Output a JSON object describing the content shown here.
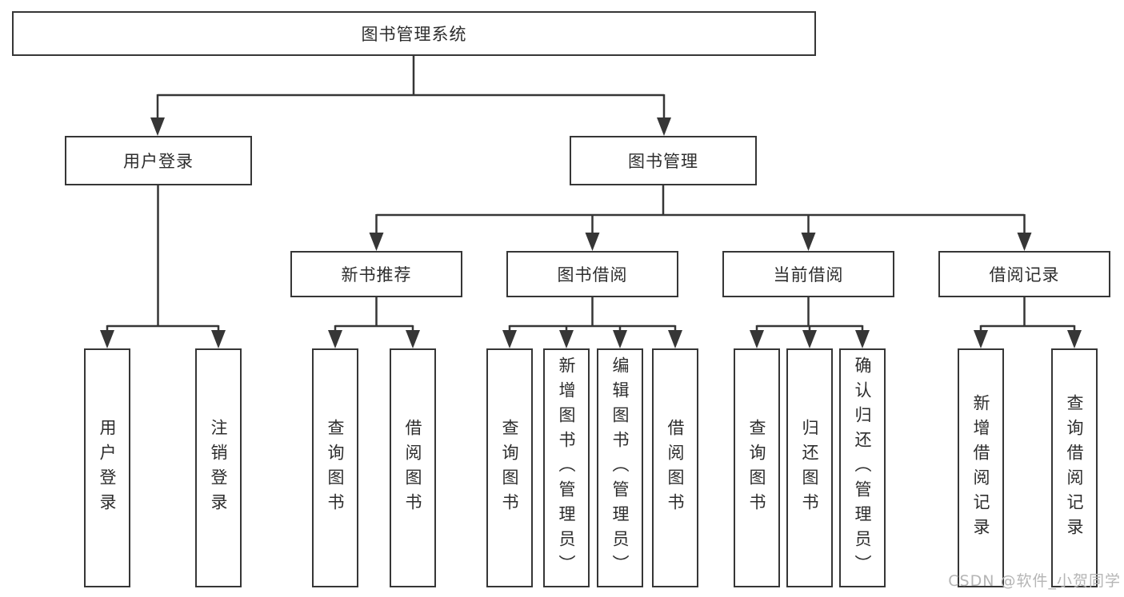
{
  "diagram": {
    "root": {
      "label": "图书管理系统"
    },
    "branches": [
      {
        "label": "用户登录",
        "children": [
          "用户登录",
          "注销登录"
        ]
      },
      {
        "label": "图书管理",
        "sections": [
          {
            "label": "新书推荐",
            "children": [
              "查询图书",
              "借阅图书"
            ]
          },
          {
            "label": "图书借阅",
            "children": [
              "查询图书",
              "新增图书（管理员）",
              "编辑图书（管理员）",
              "借阅图书"
            ]
          },
          {
            "label": "当前借阅",
            "children": [
              "查询图书",
              "归还图书",
              "确认归还（管理员）"
            ]
          },
          {
            "label": "借阅记录",
            "children": [
              "新增借阅记录",
              "查询借阅记录"
            ]
          }
        ]
      }
    ]
  },
  "watermark": {
    "text": "CSDN @软件_小贺同学"
  },
  "colors": {
    "line": "#363636",
    "box_border": "#363636",
    "text": "#2d2d2d",
    "watermark": "#b5b5b5",
    "background": "#ffffff"
  }
}
